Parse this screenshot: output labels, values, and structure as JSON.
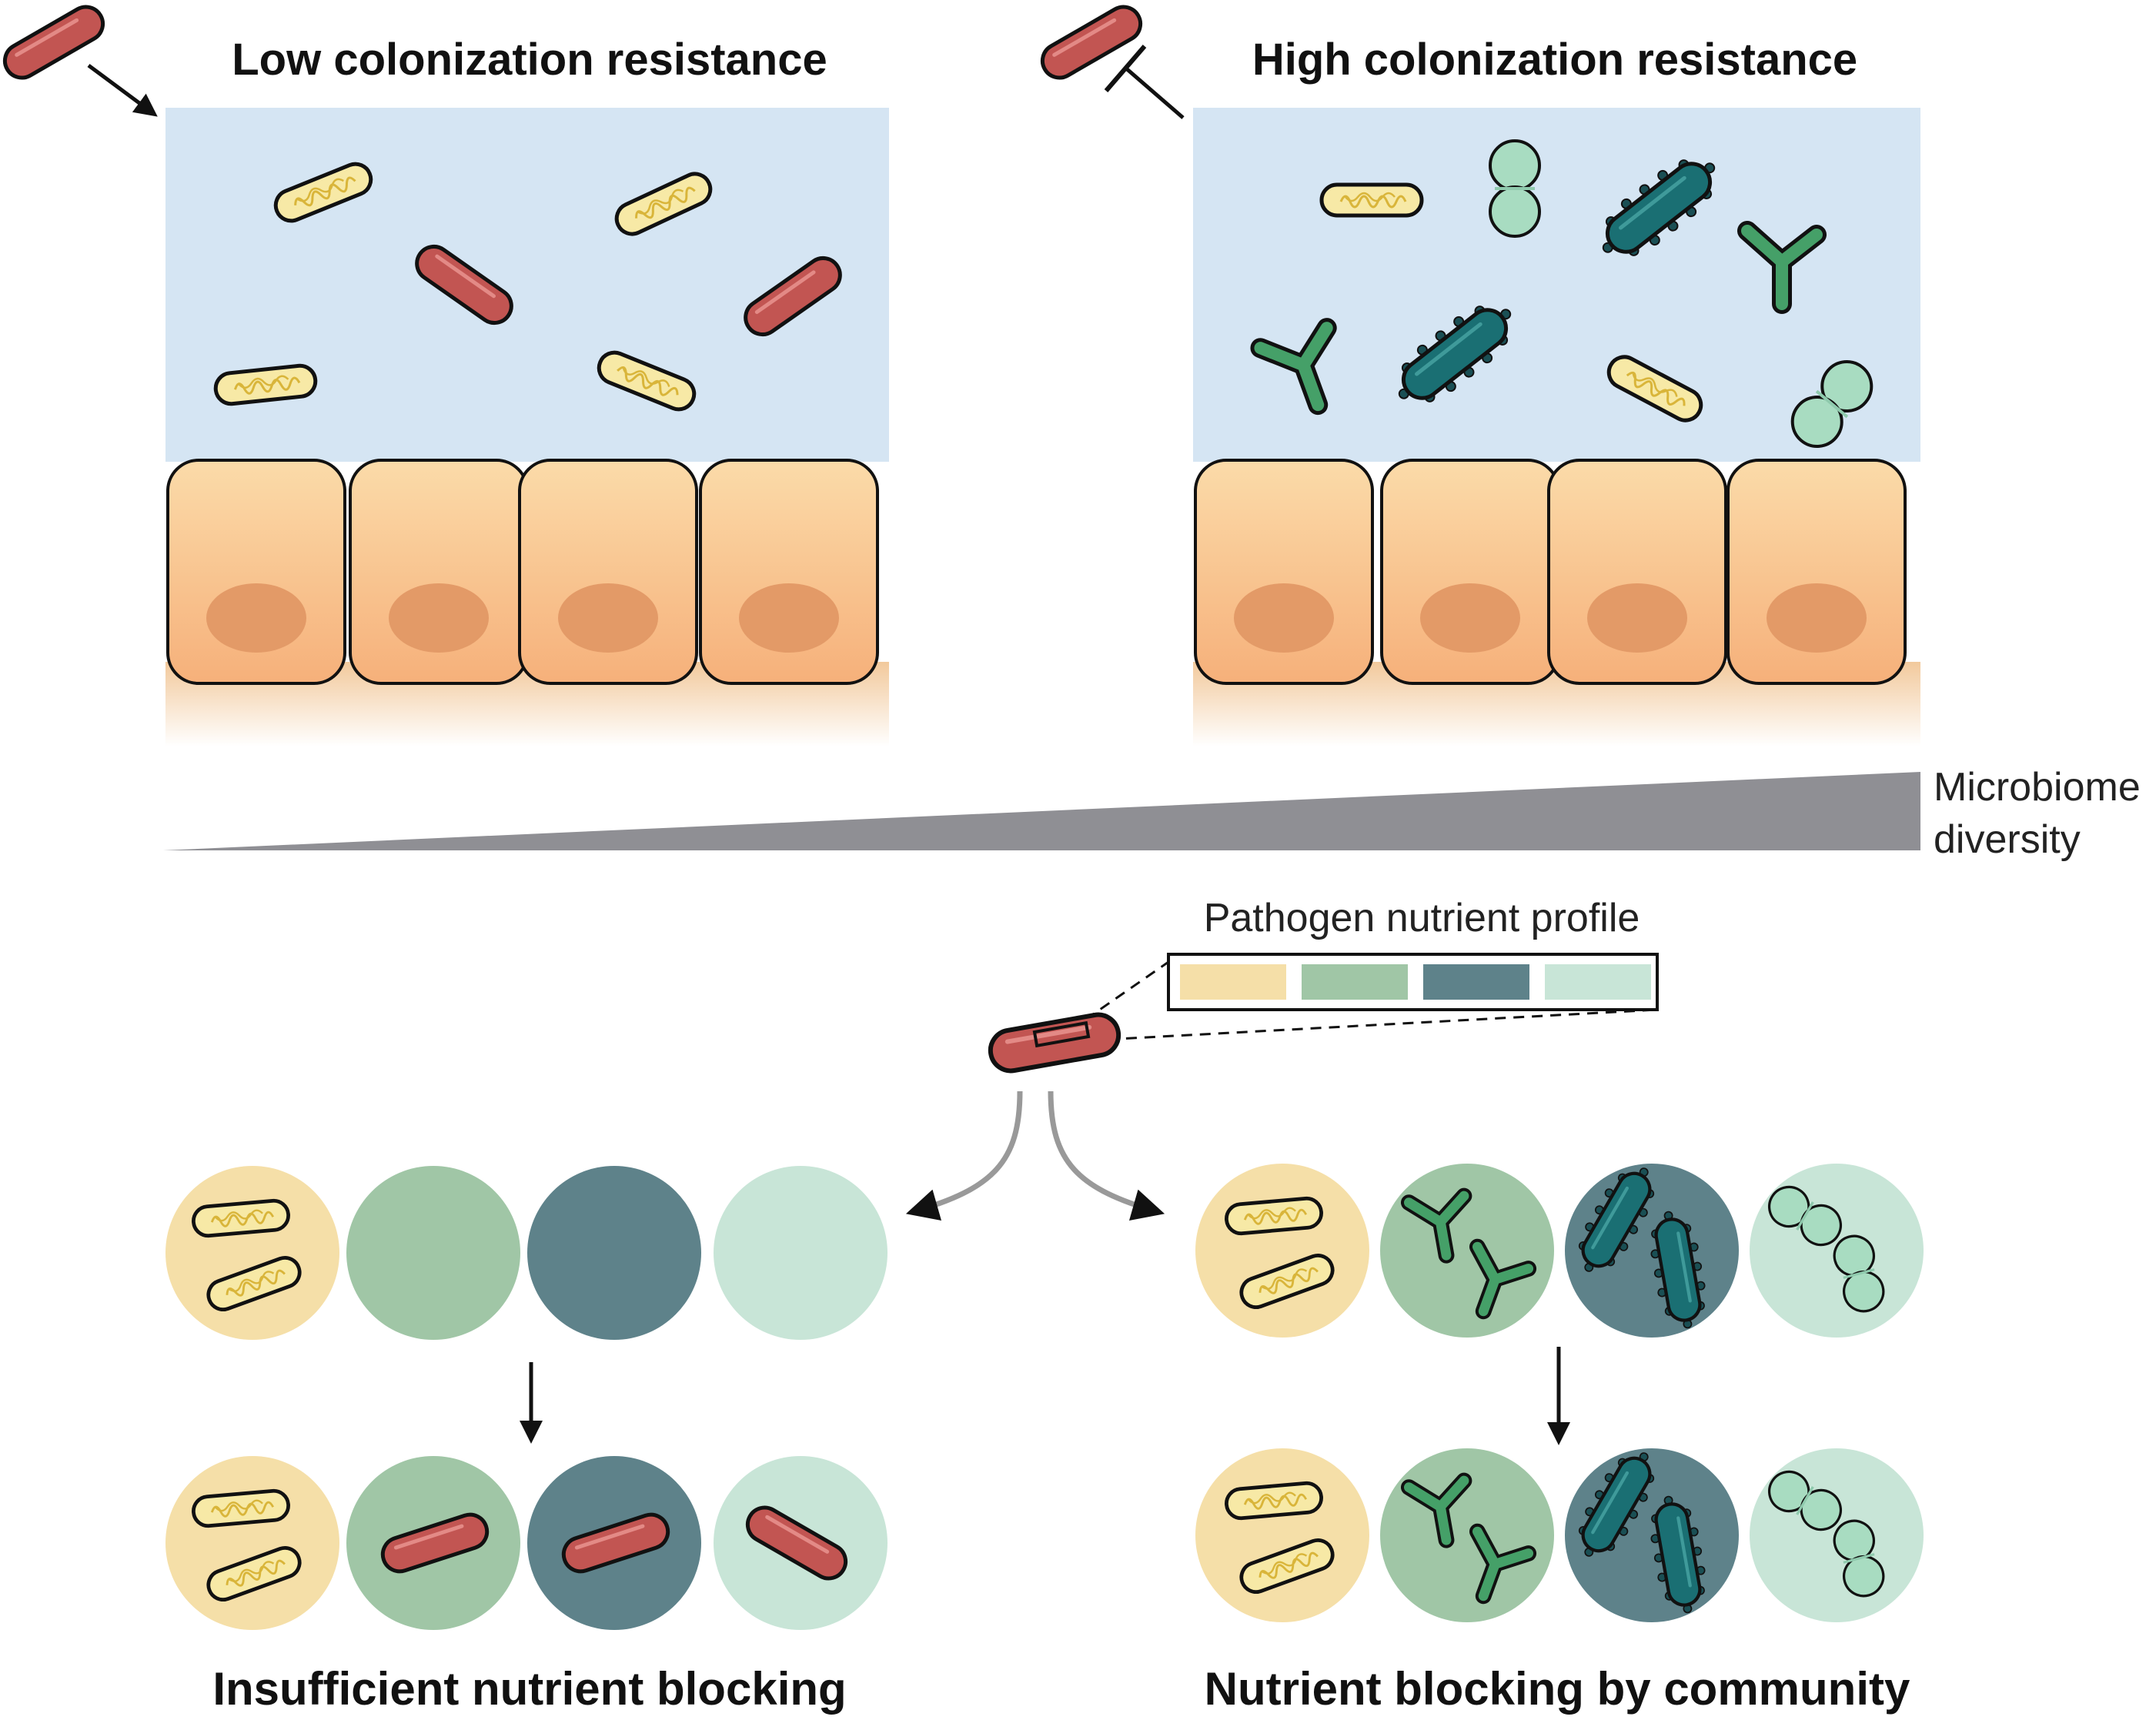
{
  "panels": {
    "left_title": "Low colonization resistance",
    "right_title": "High colonization resistance"
  },
  "diversity_label": {
    "line1": "Microbiome",
    "line2": "diversity"
  },
  "profile": {
    "label": "Pathogen nutrient profile",
    "segments": [
      "#f5dfa8",
      "#a0c6a6",
      "#5e828a",
      "#c8e5d7"
    ]
  },
  "outcomes": {
    "left": "Insufficient nutrient blocking",
    "right": "Nutrient blocking by community"
  },
  "colors": {
    "lumen": "#d5e5f3",
    "pathogen": "#c25552",
    "yellow_commensal": "#f7e9a6",
    "branched_green": "#45a068",
    "dark_teal": "#1a6f73",
    "light_green_diplo": "#a8dcc1",
    "epithelium_top": "#fbd8a5",
    "epithelium_bottom": "#f6b27b",
    "nucleus": "#e39a67",
    "gradient_gray": "#8f8f94",
    "circle_yellow": "#f5dfa8",
    "circle_green": "#a0c6a6",
    "circle_teal": "#5e828a",
    "circle_mint": "#c8e5d7"
  }
}
